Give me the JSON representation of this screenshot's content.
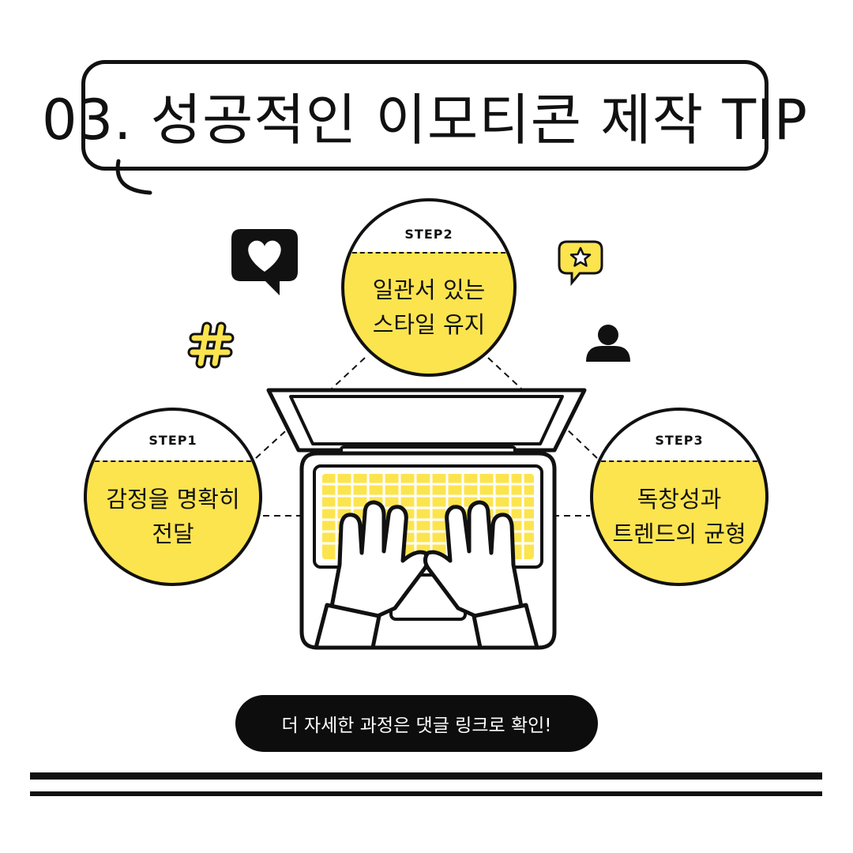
{
  "title": "03. 성공적인 이모티콘 제작 TIP",
  "steps": [
    {
      "label": "STEP1",
      "text": "감정을 명확히\n전달"
    },
    {
      "label": "STEP2",
      "text": "일관서 있는\n스타일 유지"
    },
    {
      "label": "STEP3",
      "text": "독창성과\n트렌드의 균형"
    }
  ],
  "cta": "더 자세한 과정은 댓글 링크로 확인!",
  "colors": {
    "accent": "#fce44f",
    "ink": "#111111",
    "background": "#ffffff"
  },
  "icons": [
    "heart-chat-icon",
    "star-chat-icon",
    "hashtag-icon",
    "user-icon",
    "laptop-illustration",
    "typing-hands-illustration"
  ]
}
